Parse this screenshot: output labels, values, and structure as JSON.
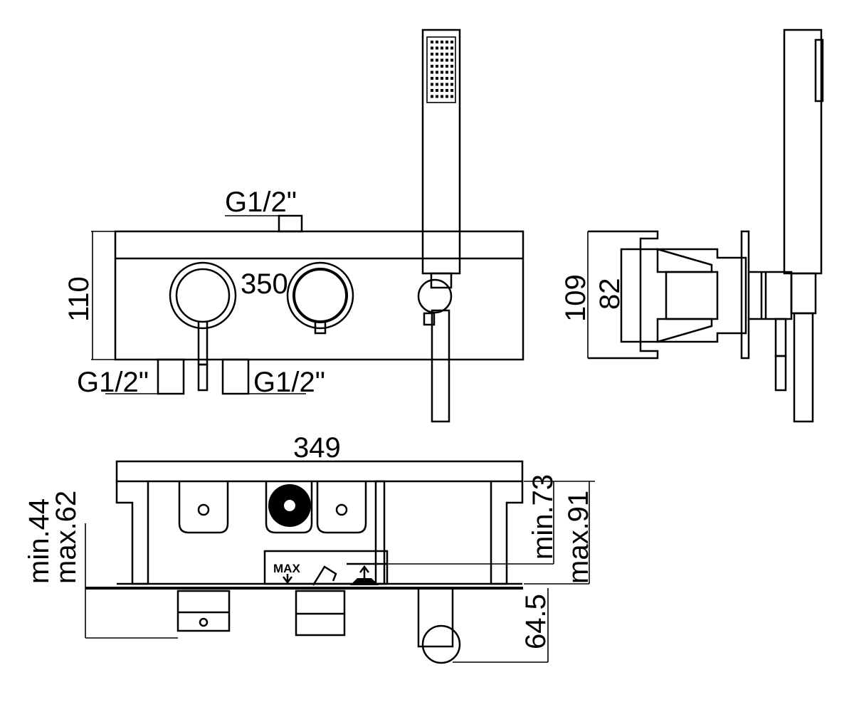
{
  "front_view": {
    "thread_top": "G1/2\"",
    "thread_left": "G1/2\"",
    "thread_right": "G1/2\"",
    "height": "110",
    "center_distance": "350"
  },
  "side_view": {
    "overall_depth": "109",
    "body_depth": "82"
  },
  "top_view": {
    "width": "349",
    "left_min": "min.44",
    "left_max": "max.62",
    "right_min": "min.73",
    "right_max": "max.91",
    "outlet_offset": "64.5",
    "max_label": "MAX"
  }
}
